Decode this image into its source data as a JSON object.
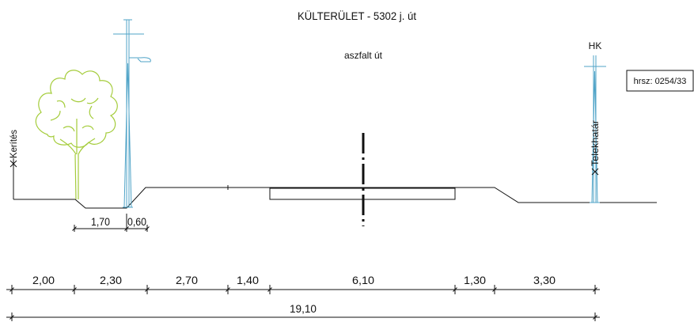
{
  "title": "KÜLTERÜLET - 5302 j. út",
  "road_label": "aszfalt út",
  "pole_label": "HK",
  "parcel_label": "hrsz: 0254/33",
  "fence_label": "Kerítés",
  "boundary_label": "Telekhatár",
  "small_dimensions": [
    "1,70",
    "0,60"
  ],
  "dimensions": [
    "2,00",
    "2,30",
    "2,70",
    "1,40",
    "6,10",
    "1,30",
    "3,30"
  ],
  "total_dimension": "19,10",
  "colors": {
    "line": "#111111",
    "pole": "#4fa3c7",
    "tree": "#a4cc3a"
  }
}
